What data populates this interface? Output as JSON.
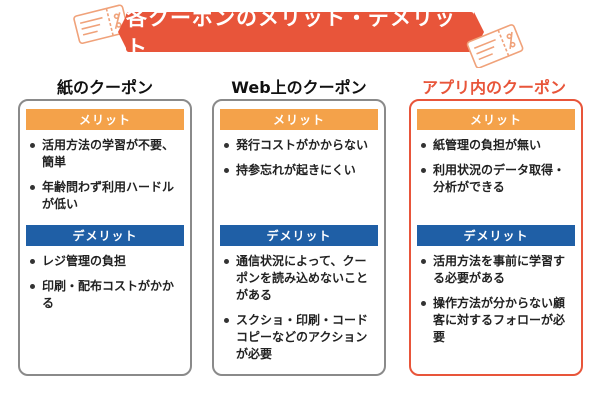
{
  "header": {
    "title": "各クーポンのメリット・デメリット",
    "accent_color": "#e8553a"
  },
  "columns": [
    {
      "title": "紙のクーポン",
      "merit_label": "メリット",
      "merits": [
        "活用方法の学習が不要、簡単",
        "年齢問わず利用ハードルが低い"
      ],
      "demerit_label": "デメリット",
      "demerits": [
        "レジ管理の負担",
        "印刷・配布コストがかかる"
      ]
    },
    {
      "title": "Web上のクーポン",
      "merit_label": "メリット",
      "merits": [
        "発行コストがかからない",
        "持参忘れが起きにくい"
      ],
      "demerit_label": "デメリット",
      "demerits": [
        "通信状況によって、クーポンを読み込めないことがある",
        "スクショ・印刷・コードコピーなどのアクションが必要"
      ]
    },
    {
      "title": "アプリ内のクーポン",
      "merit_label": "メリット",
      "merits": [
        "紙管理の負担が無い",
        "利用状況のデータ取得・分析ができる"
      ],
      "demerit_label": "デメリット",
      "demerits": [
        "活用方法を事前に学習する必要がある",
        "操作方法が分からない顧客に対するフォローが必要"
      ]
    }
  ],
  "colors": {
    "merit": "#f4a24a",
    "demerit": "#1f5fa6",
    "highlight": "#e8553a",
    "card_border": "#8a8a8a"
  },
  "icons": [
    "coupon-ticket-icon",
    "coupon-ticket-icon"
  ]
}
